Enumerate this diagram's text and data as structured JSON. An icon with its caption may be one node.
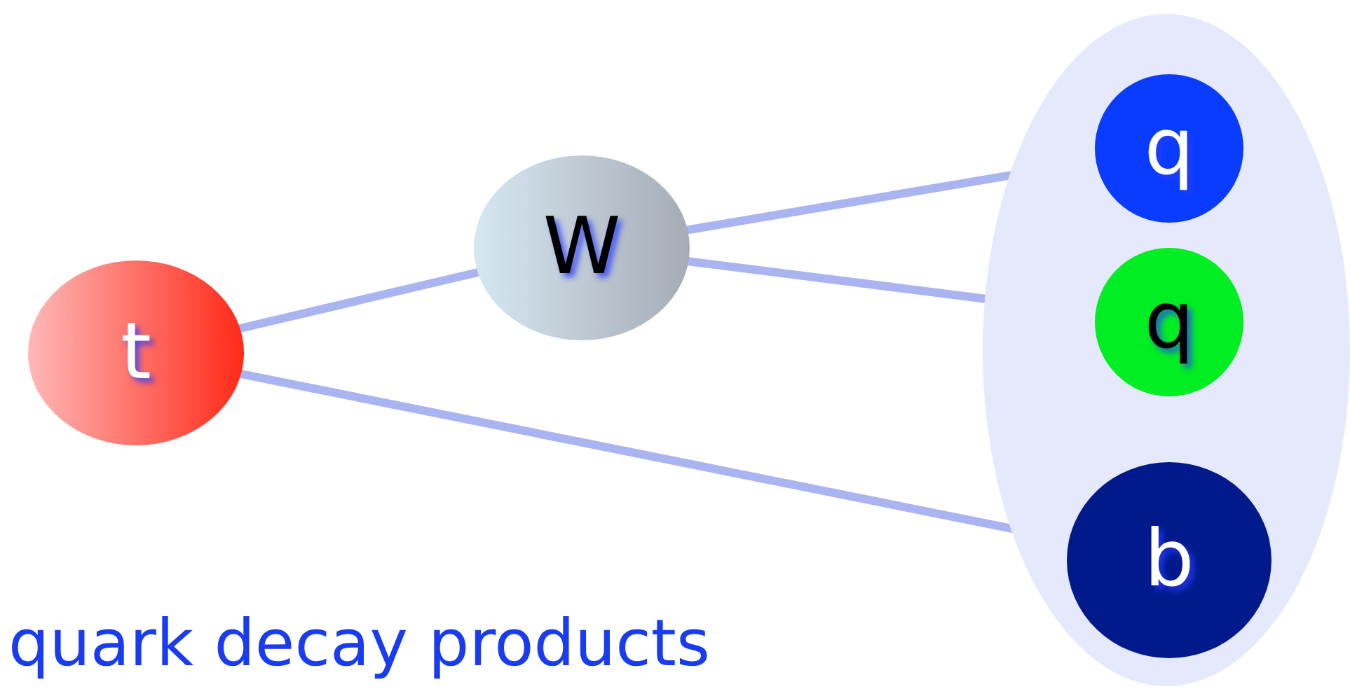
{
  "diagram": {
    "caption": "quark decay products",
    "nodes": [
      {
        "text": [
          "t"
        ]
      },
      {
        "text": [
          "W"
        ]
      },
      {
        "text": [],
        "shape": "ellipse"
      },
      {
        "text": [
          "q"
        ],
        "in": 2
      },
      {
        "text": [
          "q"
        ],
        "in": 2
      },
      {
        "text": [
          "b"
        ],
        "in": 2
      }
    ],
    "edges": [
      {
        "from": 0,
        "to": 1,
        "arrow": "none"
      },
      {
        "from": 1,
        "to": 3,
        "arrow": "none"
      },
      {
        "from": 1,
        "to": 4,
        "arrow": "none"
      },
      {
        "from": 0,
        "to": 5,
        "arrow": "none"
      }
    ]
  }
}
